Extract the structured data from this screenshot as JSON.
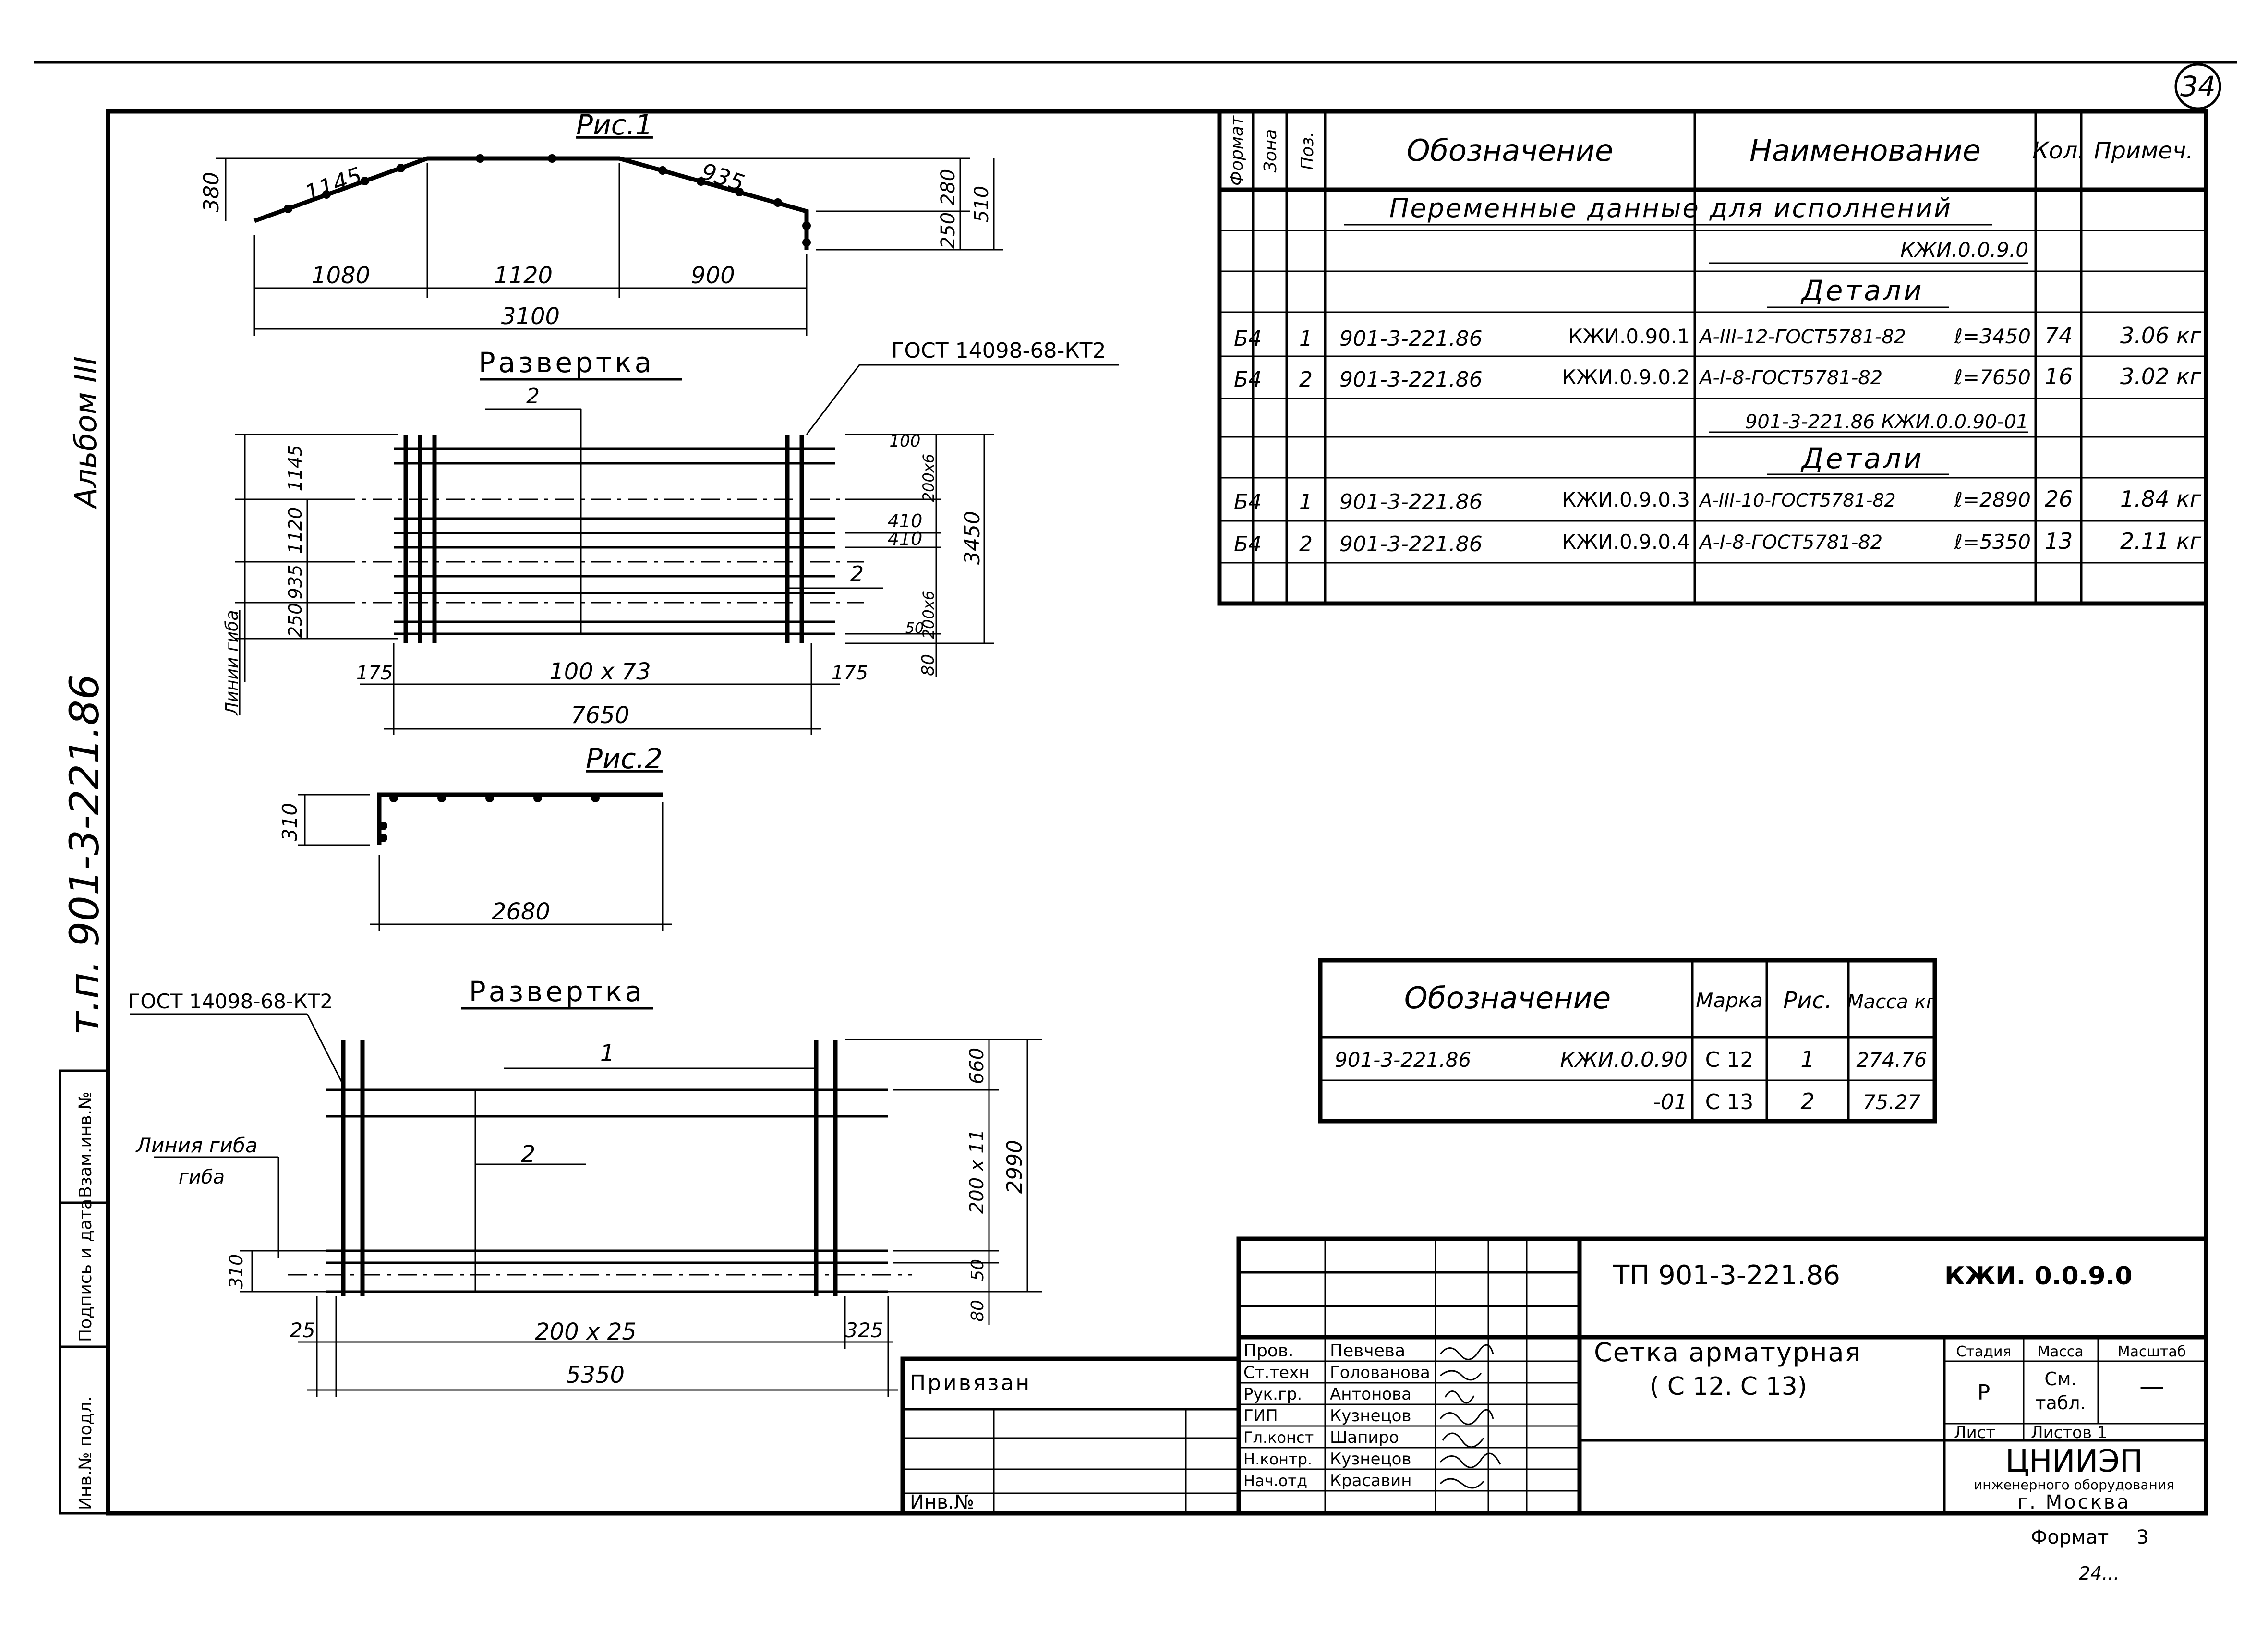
{
  "sheet_number": "34",
  "side": {
    "album": "Альбом III",
    "project": "т.п. 901-3-221.86",
    "stamp_cells": [
      "Инв.№ подл.",
      "Подпись и дата",
      "Взам.инв.№"
    ]
  },
  "fig1": {
    "title": "Рис.1",
    "top_dims": {
      "left_slope": "1145",
      "right_slope": "935",
      "left_h": "380",
      "right_h1": "280",
      "right_h2": "250",
      "right_total": "510"
    },
    "bottom_dims": [
      "1080",
      "1120",
      "900"
    ],
    "total": "3100",
    "razvertka_title": "Развертка",
    "gost": "ГОСТ 14098-68-КТ2",
    "pos_top": "2",
    "pos_right": "2",
    "left_dims": [
      "1145",
      "1120",
      "935",
      "250"
    ],
    "right_dims": [
      "100",
      "200x6",
      "410",
      "410",
      "200x6",
      "50",
      "80"
    ],
    "height_total": "3450",
    "fold_line": "Линии гиба",
    "bottom_row": [
      "175",
      "100 х 73",
      "175"
    ],
    "length": "7650"
  },
  "fig2": {
    "title": "Рис.2",
    "height": "310",
    "length": "2680",
    "razvertka_title": "Развертка",
    "gost": "ГОСТ 14098-68-КТ2",
    "pos_top": "1",
    "pos_mid": "2",
    "fold_line": "Линия гиба",
    "left_dim": "310",
    "right_dims": [
      "660",
      "200 х 11",
      "50",
      "80"
    ],
    "height_total": "2990",
    "bottom_row": [
      "25",
      "200 х 25",
      "325"
    ],
    "length_total": "5350"
  },
  "spec_table": {
    "headers": [
      "Формат",
      "Зона",
      "Поз.",
      "Обозначение",
      "Наименование",
      "Кол.",
      "Примеч."
    ],
    "section_title": "Переменные данные для исполнений",
    "variant1": "КЖИ.0.0.9.0",
    "variant2": "901-3-221.86 КЖИ.0.0.90-01",
    "details_label": "Детали",
    "rows": [
      {
        "format": "Б4",
        "pos": "1",
        "code": "901-3-221.86",
        "mark": "КЖИ.0.90.1",
        "name": "А-III-12-ГОСТ5781-82",
        "len": "ℓ=3450",
        "qty": "74",
        "note": "3.06 кг"
      },
      {
        "format": "Б4",
        "pos": "2",
        "code": "901-3-221.86",
        "mark": "КЖИ.0.9.0.2",
        "name": "А-I-8-ГОСТ5781-82",
        "len": "ℓ=7650",
        "qty": "16",
        "note": "3.02 кг"
      },
      {
        "format": "Б4",
        "pos": "1",
        "code": "901-3-221.86",
        "mark": "КЖИ.0.9.0.3",
        "name": "А-III-10-ГОСТ5781-82",
        "len": "ℓ=2890",
        "qty": "26",
        "note": "1.84 кг"
      },
      {
        "format": "Б4",
        "pos": "2",
        "code": "901-3-221.86",
        "mark": "КЖИ.0.9.0.4",
        "name": "А-I-8-ГОСТ5781-82",
        "len": "ℓ=5350",
        "qty": "13",
        "note": "2.11 кг"
      }
    ]
  },
  "mark_table": {
    "headers": [
      "Обозначение",
      "Марка",
      "Рис.",
      "Масса кг"
    ],
    "rows": [
      {
        "code": "901-3-221.86",
        "suffix": "КЖИ.0.0.90",
        "mark": "С 12",
        "fig": "1",
        "mass": "274.76"
      },
      {
        "code": "",
        "suffix": "-01",
        "mark": "С 13",
        "fig": "2",
        "mass": "75.27"
      }
    ]
  },
  "title_block": {
    "privyazan": "Привязан",
    "inv": "Инв.№",
    "doc_code": "ТП 901-3-221.86",
    "doc_mark": "КЖИ. 0.0.9.0",
    "title_line1": "Сетка арматурная",
    "title_line2": "( С 12. С 13)",
    "stage_h": "Стадия",
    "mass_h": "Масса",
    "scale_h": "Масштаб",
    "stage": "Р",
    "mass1": "См.",
    "mass2": "табл.",
    "scale": "—",
    "sheet": "Лист",
    "sheets": "Листов 1",
    "org": "ЦНИИЭП",
    "org2": "инженерного оборудования",
    "city": "г. Москва",
    "format_label": "Формат",
    "format_value": "3",
    "bottom_code": "24...",
    "people": [
      {
        "role": "Пров.",
        "name": "Певчева"
      },
      {
        "role": "Ст.техн",
        "name": "Голованова"
      },
      {
        "role": "Рук.гр.",
        "name": "Антонова"
      },
      {
        "role": "ГИП",
        "name": "Кузнецов"
      },
      {
        "role": "Гл.конст",
        "name": "Шапиро"
      },
      {
        "role": "Н.контр.",
        "name": "Кузнецов"
      },
      {
        "role": "Нач.отд",
        "name": "Красавин"
      }
    ]
  }
}
